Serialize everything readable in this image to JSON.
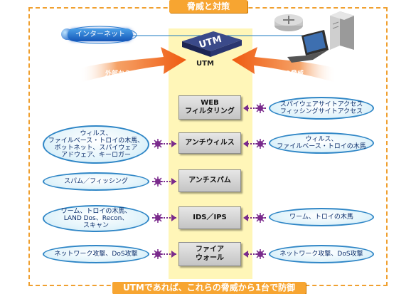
{
  "title": "脅威と対策",
  "footer": "UTMであれば、これらの脅威から1台で防御",
  "internet_label": "インターネット",
  "utm_label": "UTM",
  "utm_device_text": "UTM",
  "external_threat_label": "外部からの脅威",
  "internal_threat_label": "内部からの脅威",
  "modules": [
    {
      "label": "WEB\nフィルタリング"
    },
    {
      "label": "アンチウィルス"
    },
    {
      "label": "アンチスパム"
    },
    {
      "label": "IDS／IPS"
    },
    {
      "label": "ファイア\nウォール"
    }
  ],
  "left_threats": [
    {
      "label": ""
    },
    {
      "label": "ウィルス、\nファイルベース・トロイの木馬、\nボットネット、スパイウェア\nアドウェア、キーロガー"
    },
    {
      "label": "スパム／フィッシング"
    },
    {
      "label": "ワーム、トロイの木馬、\nLAND Dos、Recon、\nスキャン"
    },
    {
      "label": "ネットワーク攻撃、DoS攻撃"
    }
  ],
  "right_threats": [
    {
      "label": "スパイウェアサイトアクセス\nフィッシングサイトアクセス"
    },
    {
      "label": "ウィルス、\nファイルベース・トロイの木馬"
    },
    {
      "label": ""
    },
    {
      "label": "ワーム、トロイの木馬"
    },
    {
      "label": "ネットワーク攻撃、DoS攻撃"
    }
  ],
  "colors": {
    "accent_orange": "#f7a531",
    "arrow_orange": "#ef5a10",
    "column_yellow": "#fff6b8",
    "threat_border": "#2f86c6",
    "bug_purple": "#7a2a8c"
  }
}
